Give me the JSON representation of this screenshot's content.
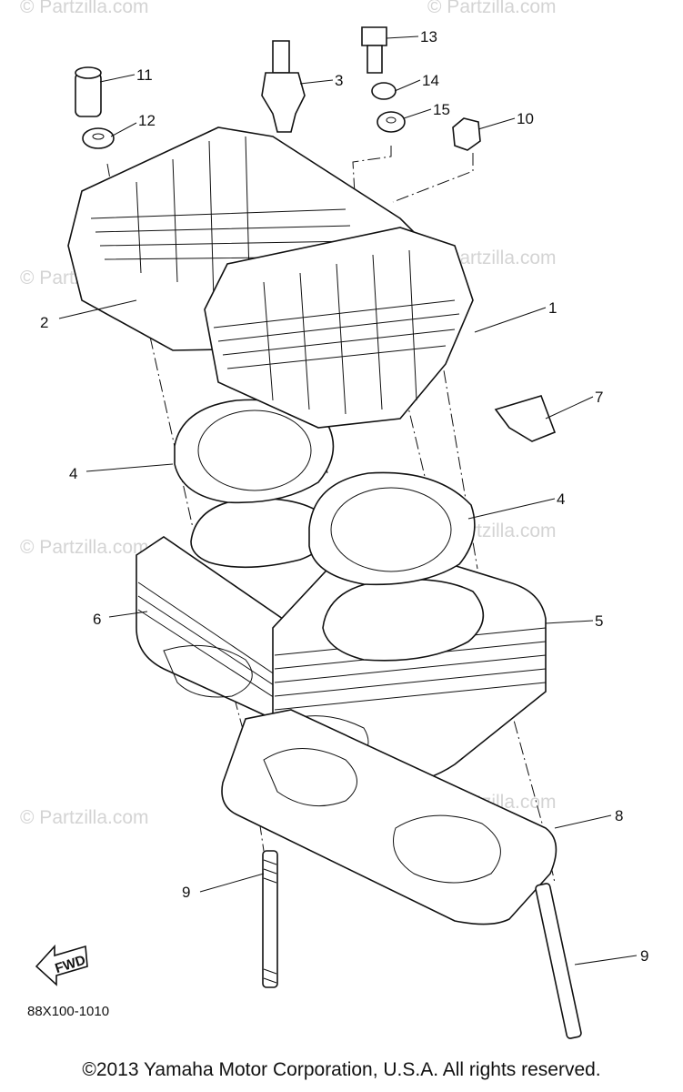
{
  "watermark": "© Partzilla.com",
  "callouts": {
    "c1": "1",
    "c2": "2",
    "c3": "3",
    "c4a": "4",
    "c4b": "4",
    "c5": "5",
    "c6": "6",
    "c7": "7",
    "c8": "8",
    "c9a": "9",
    "c9b": "9",
    "c10": "10",
    "c11": "11",
    "c12": "12",
    "c13": "13",
    "c14": "14",
    "c15": "15"
  },
  "fwd_label": "FWD",
  "diagram_code": "88X100-1010",
  "copyright": "©2013 Yamaha Motor Corporation, U.S.A. All rights reserved."
}
